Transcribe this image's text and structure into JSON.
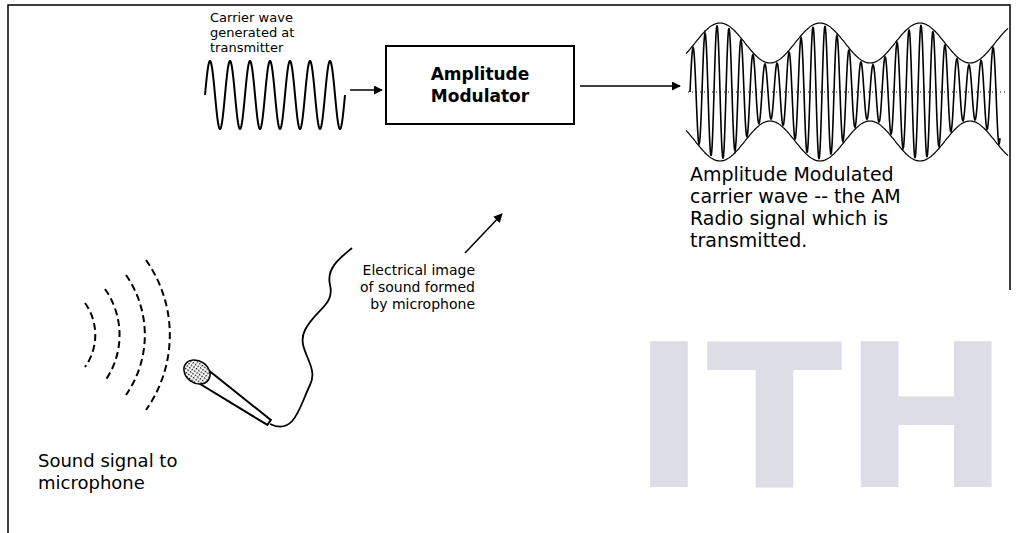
{
  "diagram": {
    "nodes": [
      {
        "text": [
          "Amplitude Modulator"
        ]
      }
    ],
    "labels": [
      "Carrier wave generated at transmitter",
      "Electrical image of sound formed by microphone",
      "Amplitude Modulated carrier wave -- the AM Radio signal which is transmitted.",
      "Sound signal to microphone",
      "ITH"
    ]
  }
}
